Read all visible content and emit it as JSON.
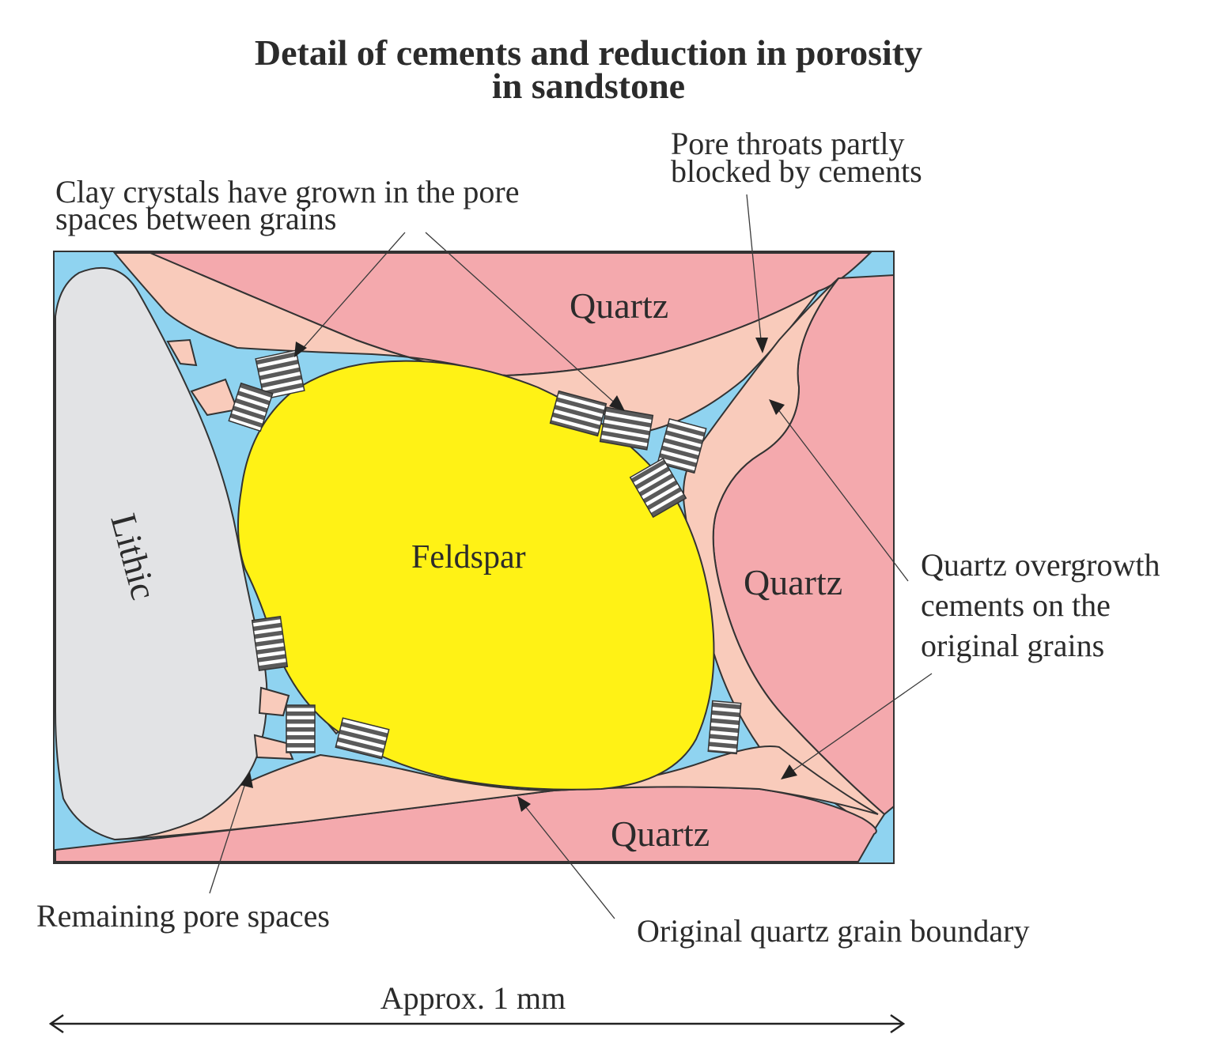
{
  "title": {
    "line1": "Detail of cements and reduction in porosity",
    "line2": "in sandstone"
  },
  "grains": {
    "lithic": "Lithic",
    "feldspar": "Feldspar",
    "quartz_top": "Quartz",
    "quartz_right": "Quartz",
    "quartz_bottom": "Quartz"
  },
  "annotations": {
    "clay": {
      "line1": "Clay crystals have grown in the pore",
      "line2": "spaces between grains"
    },
    "pore_throats": {
      "line1": "Pore throats partly",
      "line2": "blocked by cements"
    },
    "overgrowth": {
      "line1": "Quartz overgrowth",
      "line2": "cements on the",
      "line3": "original grains"
    },
    "remaining_pores": "Remaining pore spaces",
    "original_boundary": "Original quartz grain boundary"
  },
  "scale": {
    "label": "Approx. 1 mm"
  },
  "colors": {
    "pore": "#8fd3f0",
    "quartz": "#f4a9ad",
    "overgrowth": "#f9cbbb",
    "feldspar": "#fff215",
    "lithic": "#e2e3e5",
    "clay": "#555555"
  }
}
